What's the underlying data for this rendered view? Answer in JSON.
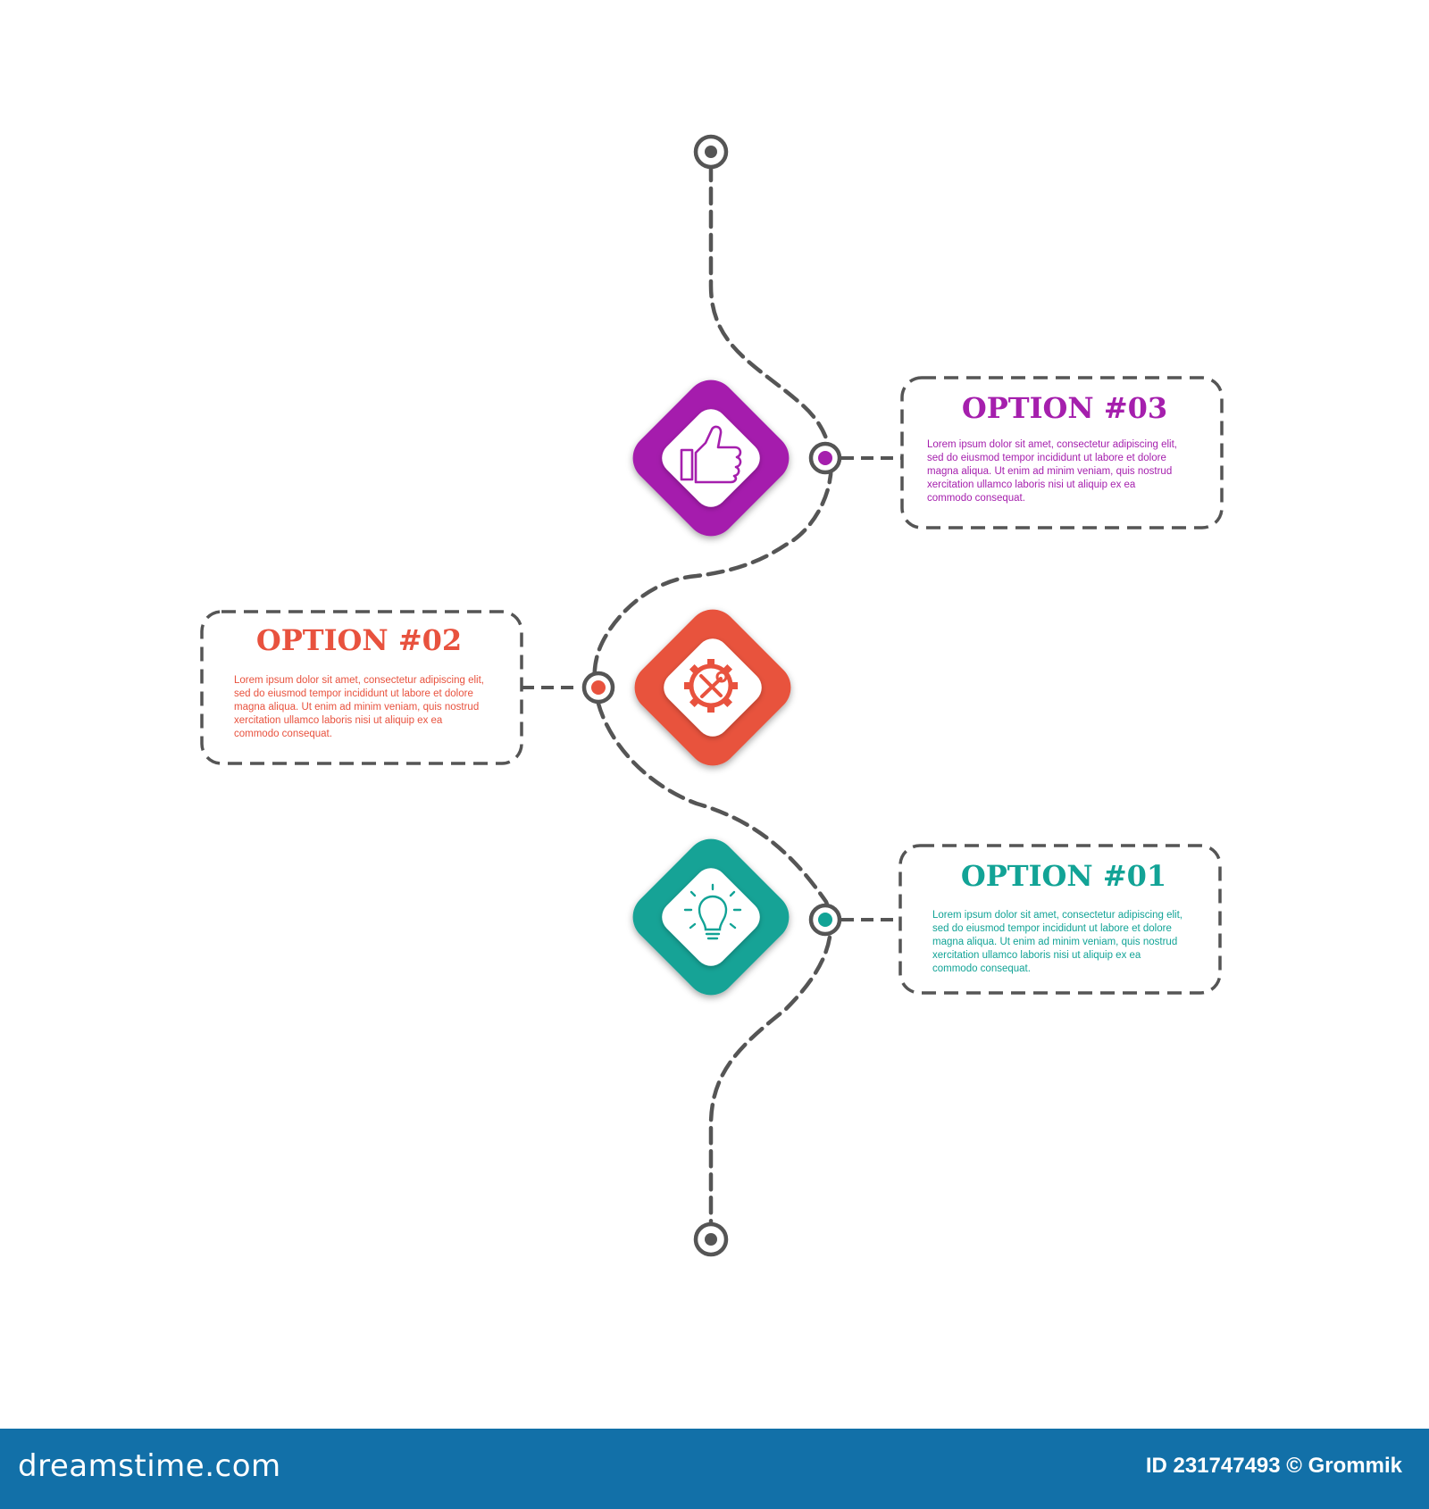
{
  "options": [
    {
      "title": "OPTION #03",
      "color": "#a51fad",
      "icon": "thumbs-up-icon",
      "lines": [
        "Lorem ipsum dolor sit amet, consectetur adipiscing elit,",
        "sed do eiusmod tempor incididunt ut labore et dolore",
        "magna aliqua. Ut enim ad minim veniam, quis nostrud",
        "xercitation ullamco laboris nisi ut aliquip ex ea",
        "commodo consequat."
      ]
    },
    {
      "title": "OPTION #02",
      "color": "#e8523e",
      "icon": "gear-tools-icon",
      "lines": [
        "Lorem ipsum dolor sit amet, consectetur adipiscing elit,",
        "sed do eiusmod tempor incididunt ut labore et dolore",
        "magna aliqua. Ut enim ad minim veniam, quis nostrud",
        "xercitation ullamco laboris nisi ut aliquip ex ea",
        "commodo consequat."
      ]
    },
    {
      "title": "OPTION #01",
      "color": "#12a396",
      "icon": "lightbulb-icon",
      "lines": [
        "Lorem ipsum dolor sit amet, consectetur adipiscing elit,",
        "sed do eiusmod tempor incididunt ut labore et dolore",
        "magna aliqua. Ut enim ad minim veniam, quis nostrud",
        "xercitation ullamco laboris nisi ut aliquip ex ea",
        "commodo consequat."
      ]
    }
  ],
  "line_color": "#555555",
  "footer": {
    "brand": "dreamstime.com",
    "credit": "ID 231747493 © Grommik",
    "background": "#1270a8"
  }
}
